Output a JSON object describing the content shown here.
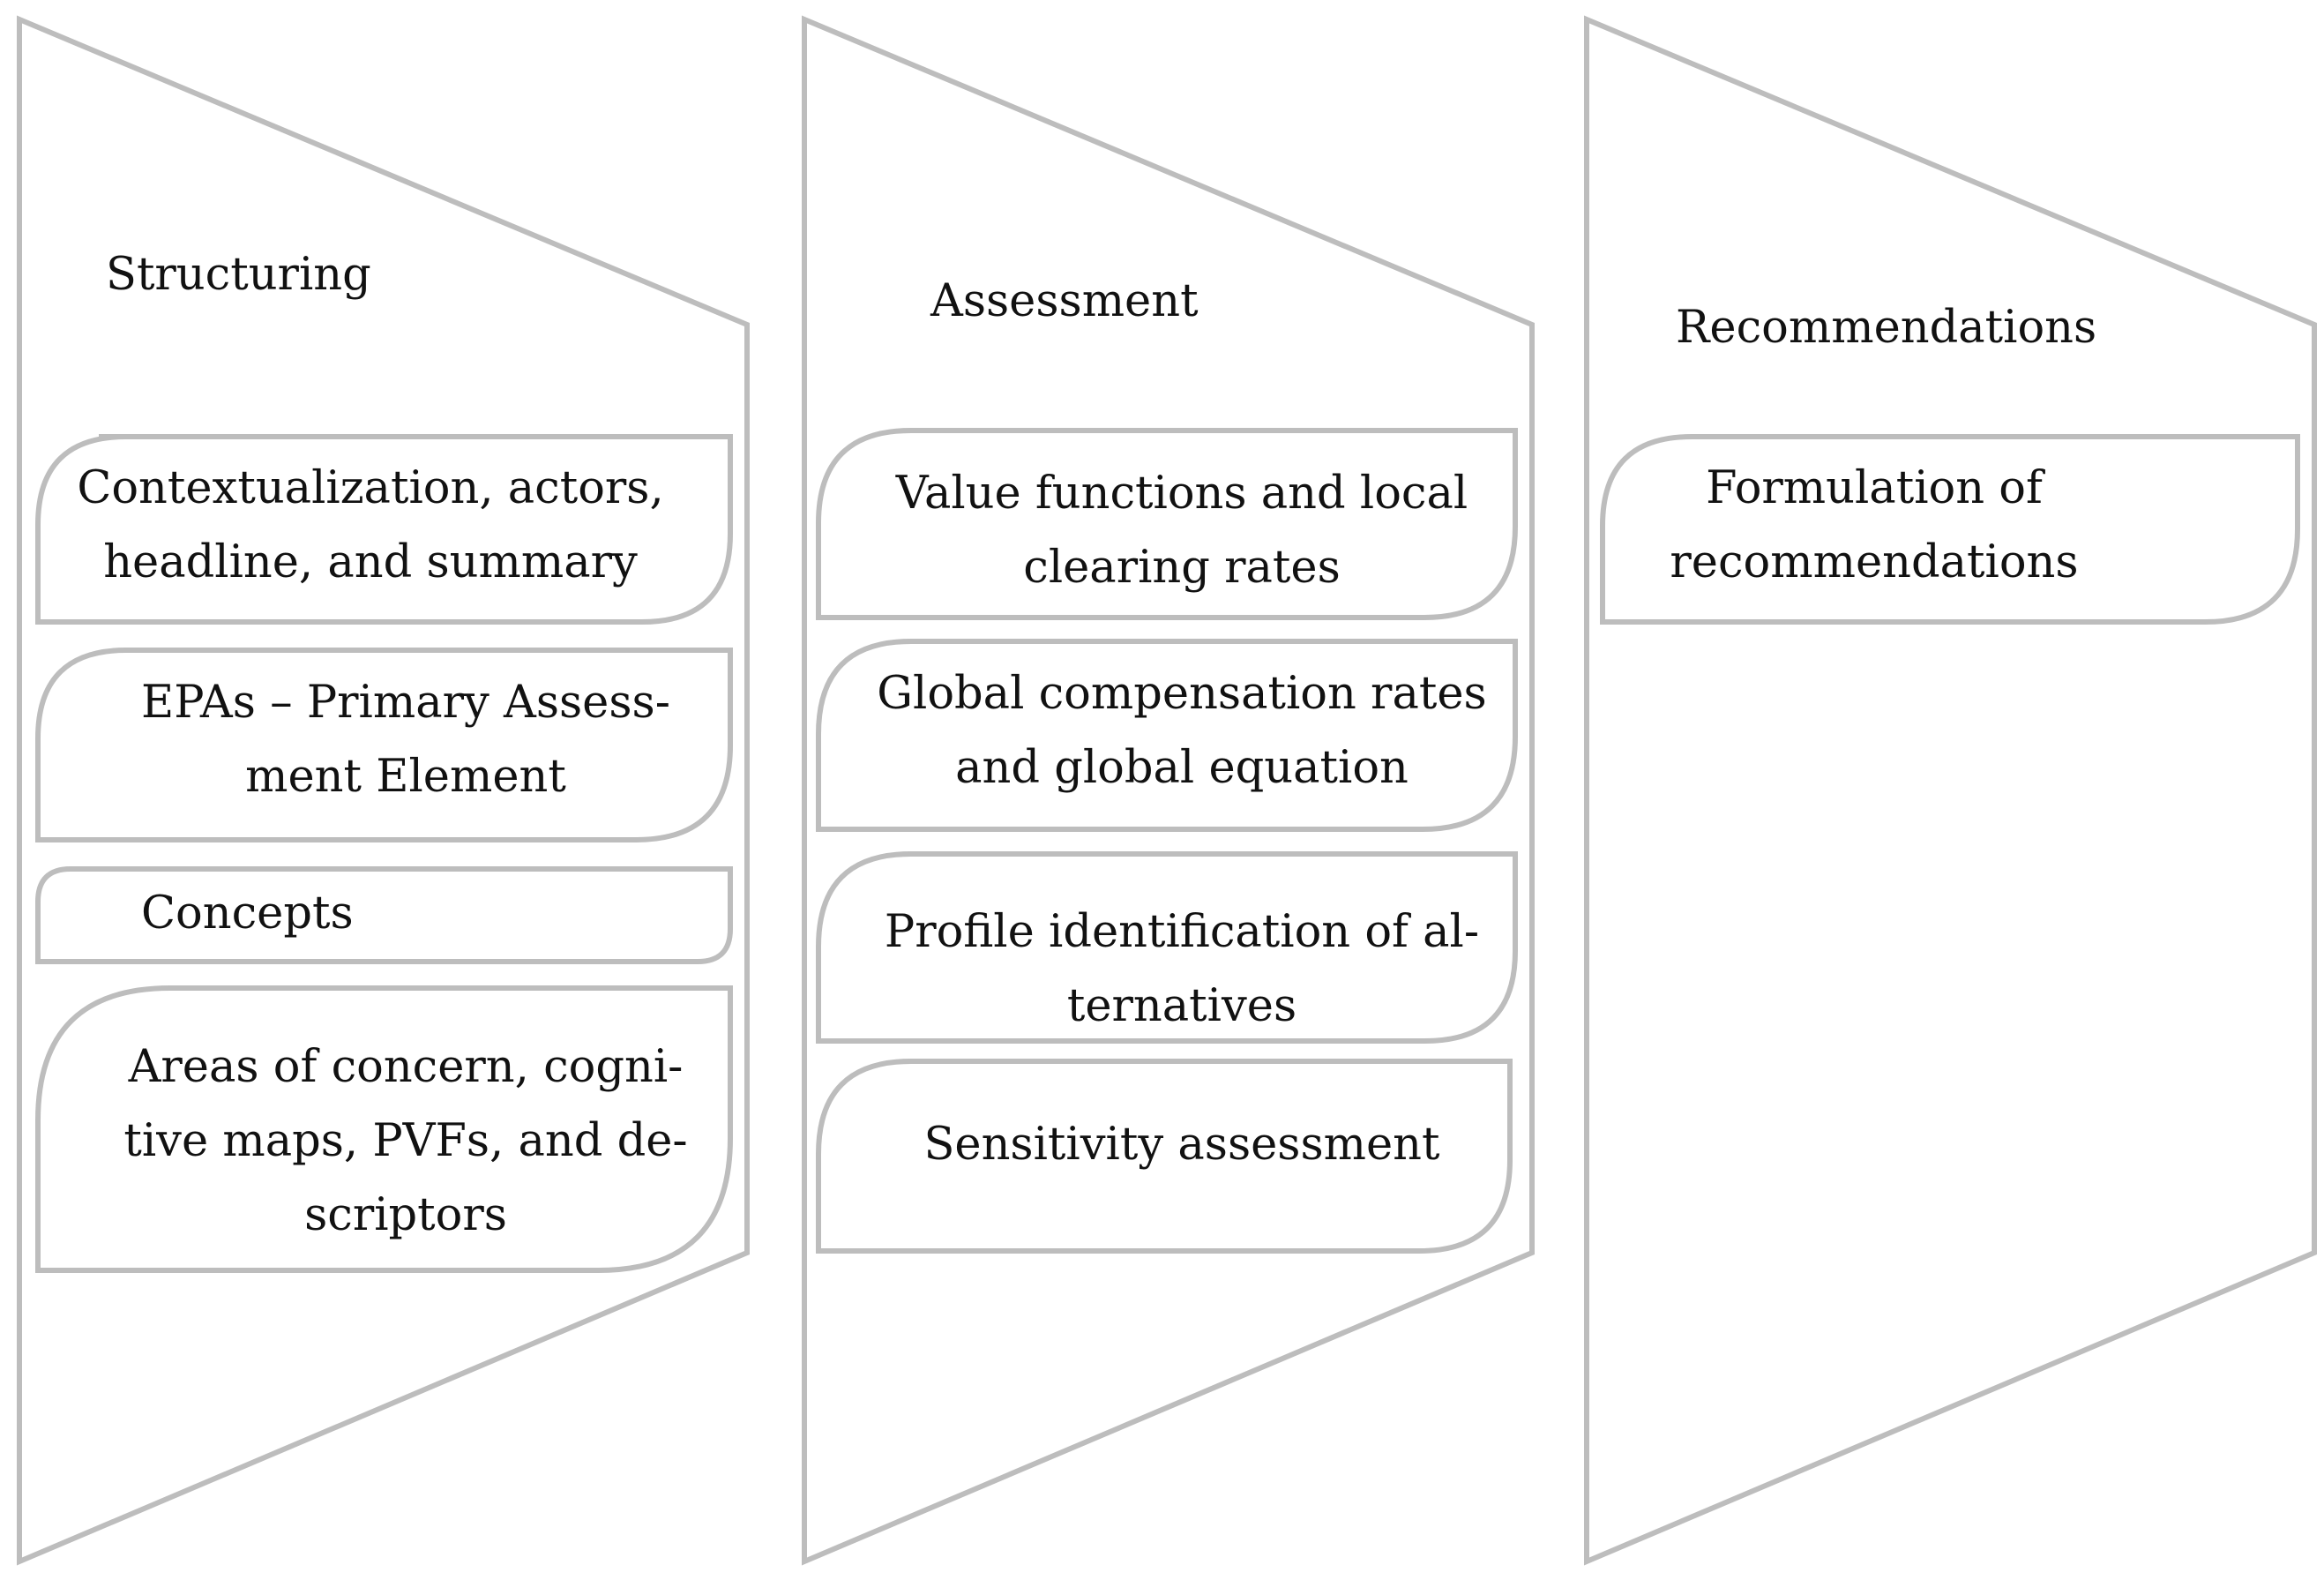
{
  "colors": {
    "outline": "#bdbdbd",
    "outline_shadow": "#9e9e9e",
    "text": "#111111",
    "background": "#ffffff"
  },
  "stages": [
    {
      "title": "Structuring",
      "steps": [
        {
          "lines": [
            "Contextualization, actors,",
            "headline, and summary"
          ]
        },
        {
          "lines": [
            "EPAs – Primary Assess-",
            "ment Element"
          ]
        },
        {
          "lines": [
            "Concepts"
          ]
        },
        {
          "lines": [
            "Areas of concern, cogni-",
            "tive maps, PVFs, and de-",
            "scriptors"
          ]
        }
      ]
    },
    {
      "title": "Assessment",
      "steps": [
        {
          "lines": [
            "Value functions and local",
            "clearing rates"
          ]
        },
        {
          "lines": [
            "Global compensation rates",
            "and global equation"
          ]
        },
        {
          "lines": [
            "Profile identification of al-",
            "ternatives"
          ]
        },
        {
          "lines": [
            "Sensitivity assessment"
          ]
        }
      ]
    },
    {
      "title": "Recommendations",
      "steps": [
        {
          "lines": [
            "Formulation of",
            "recommendations"
          ]
        }
      ]
    }
  ]
}
